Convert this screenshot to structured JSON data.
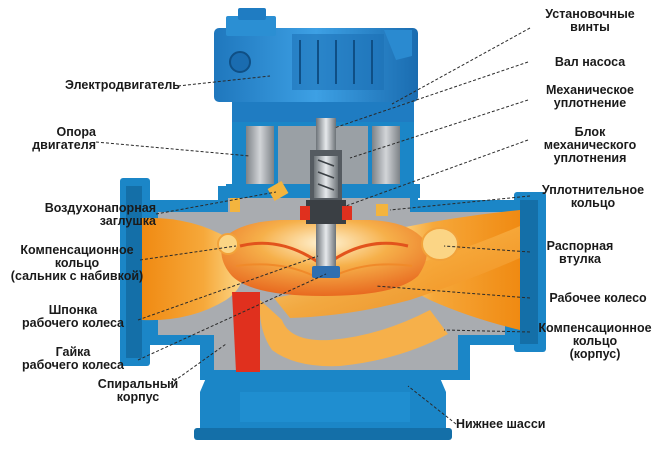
{
  "colors": {
    "body_blue": "#1b86c7",
    "body_blue_dark": "#0f5a94",
    "motor_blue": "#2b8fd3",
    "casing_gray": "#a9acb0",
    "orange": "#f29a1e",
    "orange_light": "#fbcf6a",
    "red": "#e0301e",
    "cream": "#fde7a6"
  },
  "labels": {
    "left": [
      {
        "name": "label-electric-motor",
        "text": "Электродвигатель"
      },
      {
        "name": "label-motor-support",
        "lines": [
          "Опора",
          "двигателя"
        ]
      },
      {
        "name": "label-air-vent-plug",
        "lines": [
          "Воздухонапорная",
          "заглушка"
        ]
      },
      {
        "name": "label-compensation-ring-gland",
        "lines": [
          "Компенсационное",
          "кольцо",
          "(сальник с набивкой)"
        ]
      },
      {
        "name": "label-impeller-key",
        "lines": [
          "Шпонка",
          "рабочего колеса"
        ]
      },
      {
        "name": "label-impeller-nut",
        "lines": [
          "Гайка",
          "рабочего колеса"
        ]
      },
      {
        "name": "label-volute-casing",
        "lines": [
          "Спиральный",
          "корпус"
        ]
      }
    ],
    "right": [
      {
        "name": "label-set-screws",
        "lines": [
          "Установочные",
          "винты"
        ]
      },
      {
        "name": "label-pump-shaft",
        "text": "Вал насоса"
      },
      {
        "name": "label-mechanical-seal",
        "lines": [
          "Механическое",
          "уплотнение"
        ]
      },
      {
        "name": "label-mechanical-seal-block",
        "lines": [
          "Блок",
          "механического",
          "уплотнения"
        ]
      },
      {
        "name": "label-sealing-ring",
        "lines": [
          "Уплотнительное",
          "кольцо"
        ]
      },
      {
        "name": "label-spacer-sleeve",
        "lines": [
          "Распорная",
          "втулка"
        ]
      },
      {
        "name": "label-impeller",
        "text": "Рабочее колесо"
      },
      {
        "name": "label-compensation-ring-casing",
        "lines": [
          "Компенсационное",
          "кольцо",
          "(корпус)"
        ]
      },
      {
        "name": "label-lower-chassis",
        "text": "Нижнее шасси"
      }
    ]
  }
}
